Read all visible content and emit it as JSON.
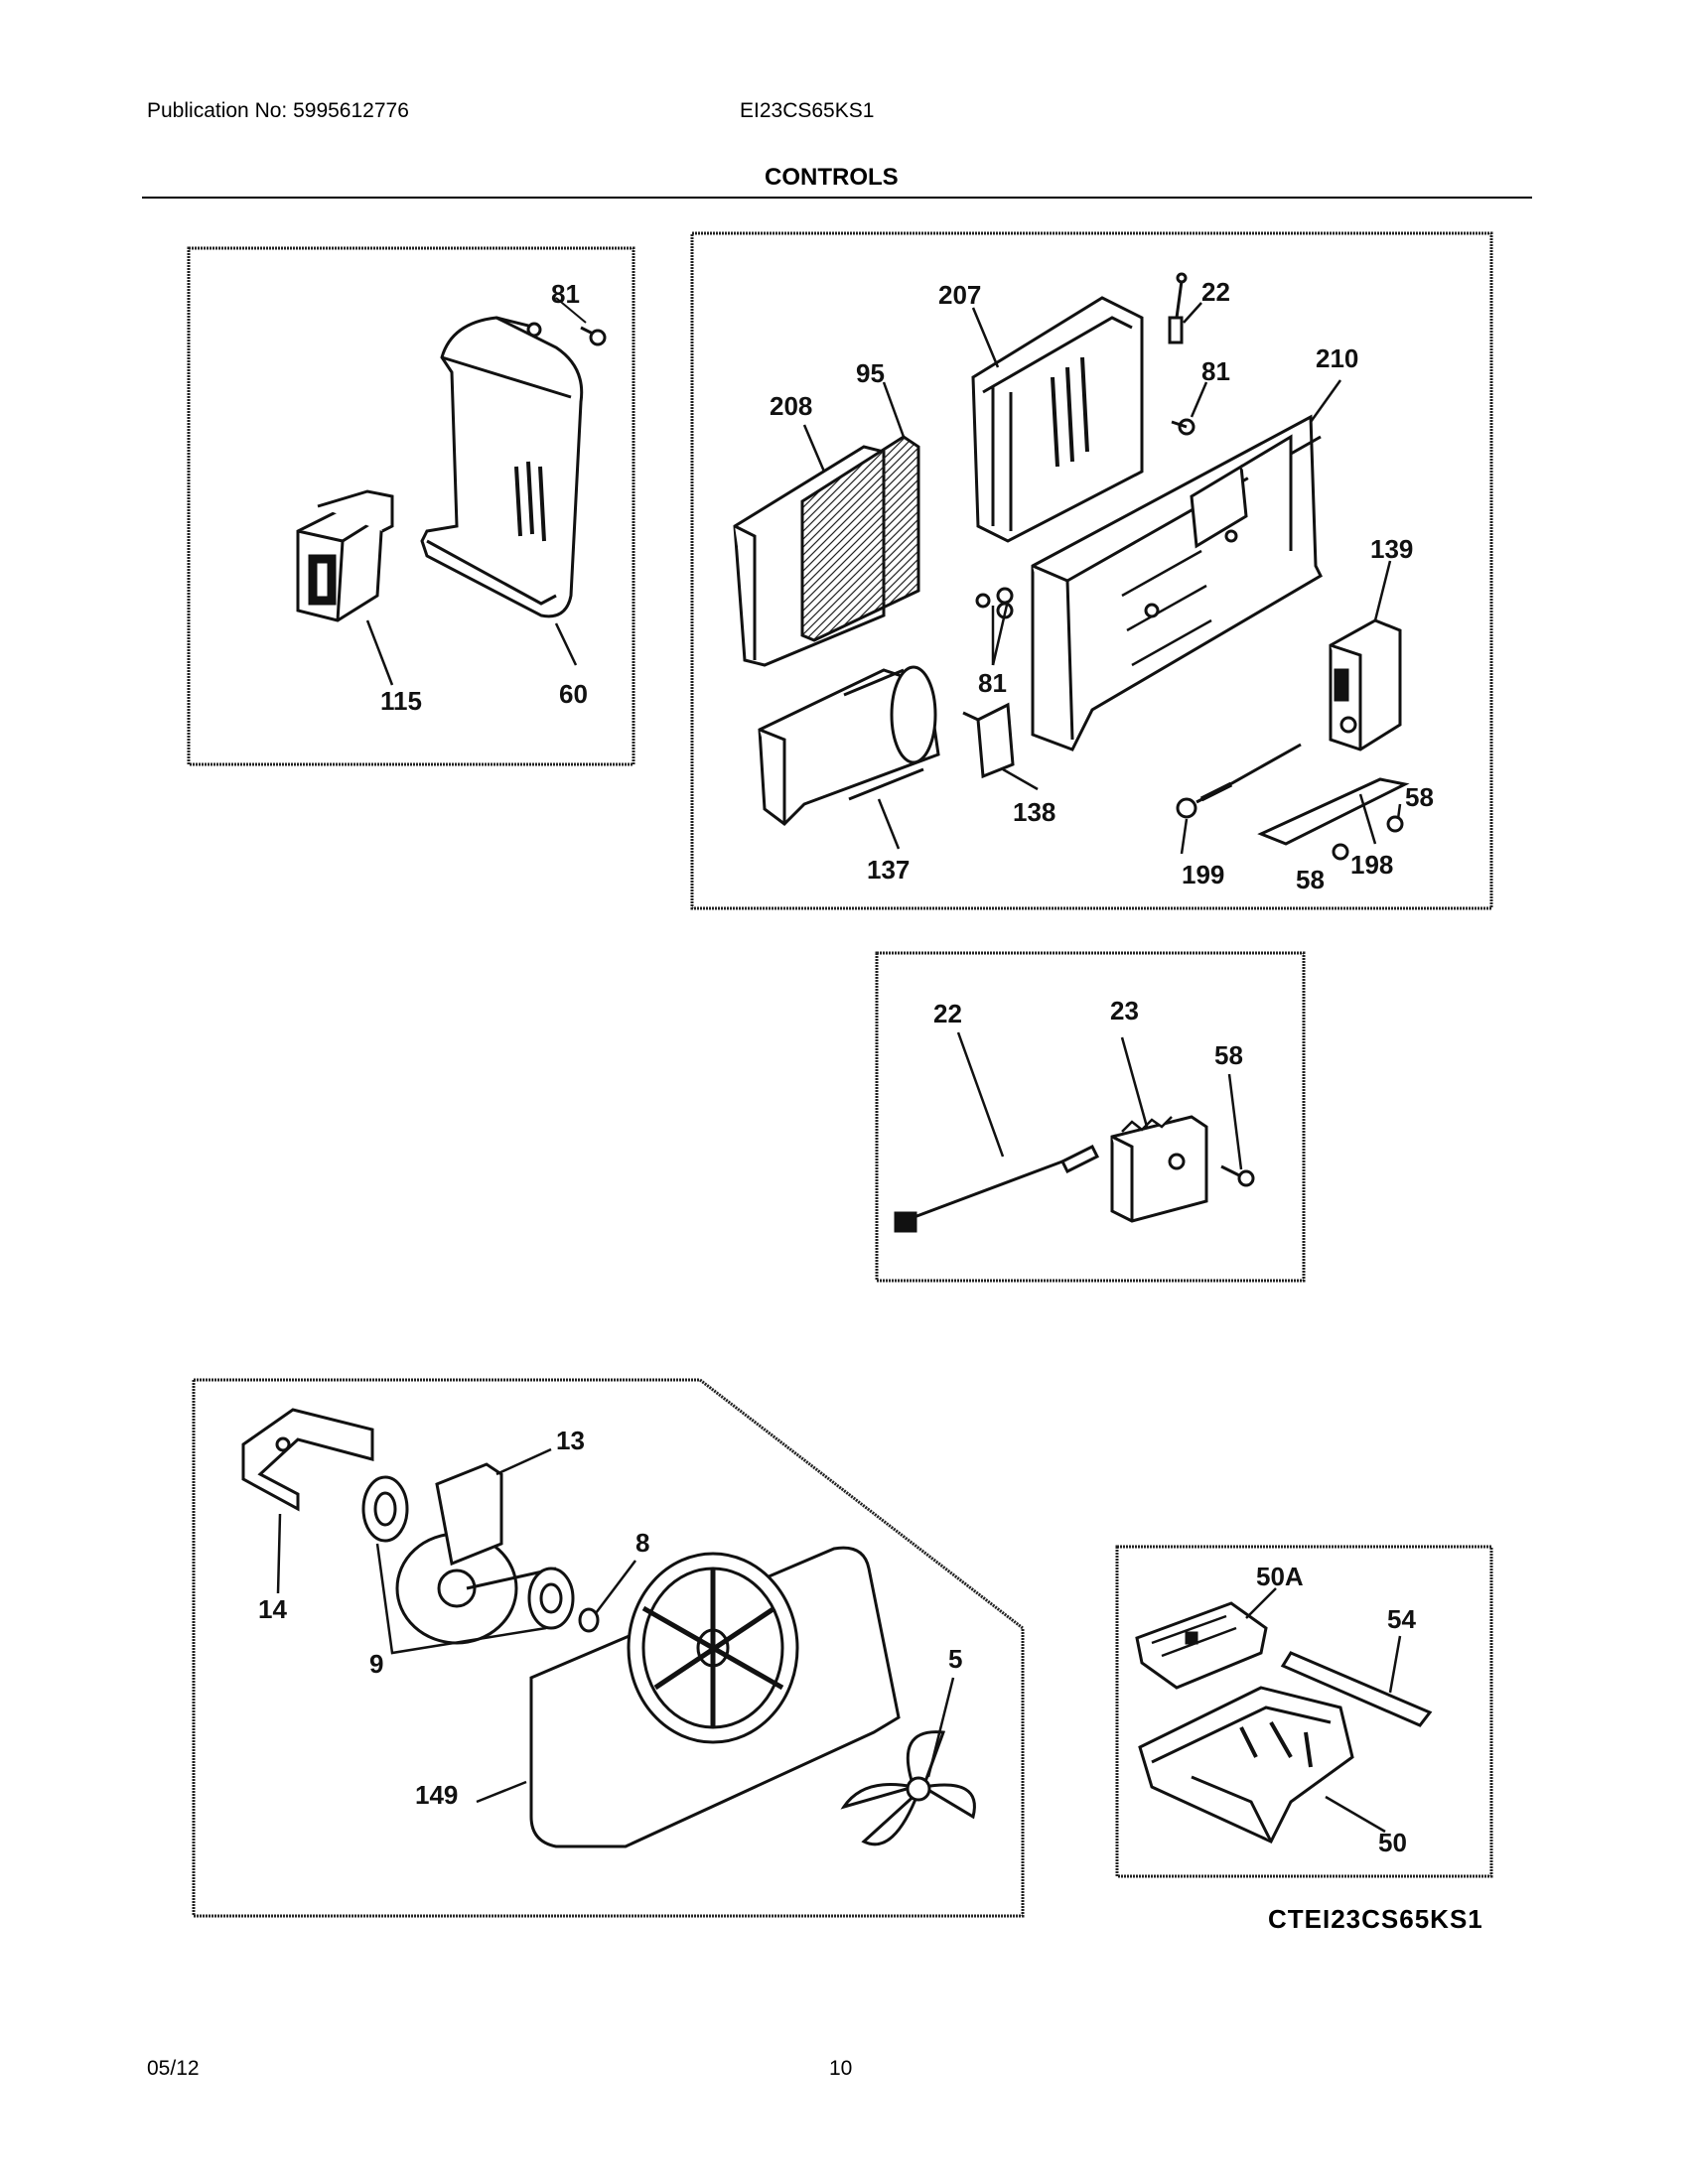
{
  "header": {
    "publication": "Publication No: 5995612776",
    "model": "EI23CS65KS1",
    "section_title": "CONTROLS"
  },
  "callouts": {
    "top_left": [
      "81",
      "115",
      "60"
    ],
    "top_right": [
      "207",
      "22",
      "81",
      "210",
      "208",
      "95",
      "139",
      "81",
      "138",
      "137",
      "58",
      "199",
      "198",
      "58"
    ],
    "middle": [
      "22",
      "23",
      "58"
    ],
    "bottom_left": [
      "13",
      "14",
      "8",
      "9",
      "5",
      "149"
    ],
    "bottom_right": [
      "50A",
      "54",
      "50"
    ]
  },
  "diagram_code": "CTEI23CS65KS1",
  "footer": {
    "date": "05/12",
    "page": "10"
  }
}
